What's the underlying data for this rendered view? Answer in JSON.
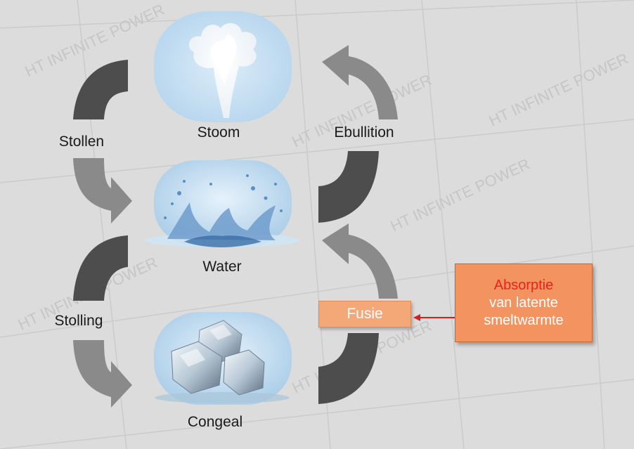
{
  "states": {
    "steam": "Stoom",
    "water": "Water",
    "ice": "Congeal"
  },
  "transitions": {
    "top_left": "Stollen",
    "bottom_left": "Stolling",
    "top_right": "Ebullition",
    "bottom_right": "Fusie"
  },
  "callout": {
    "line1": "Absorptie",
    "line2": "van latente",
    "line3": "smeltwarmte"
  },
  "watermark": "HT INFINITE POWER",
  "colors": {
    "background": "#dcdcdc",
    "arrow_dark": "#4d4d4d",
    "arrow_light": "#8a8a8a",
    "box_fill": "#f29360",
    "highlight_text": "#e8231b"
  }
}
